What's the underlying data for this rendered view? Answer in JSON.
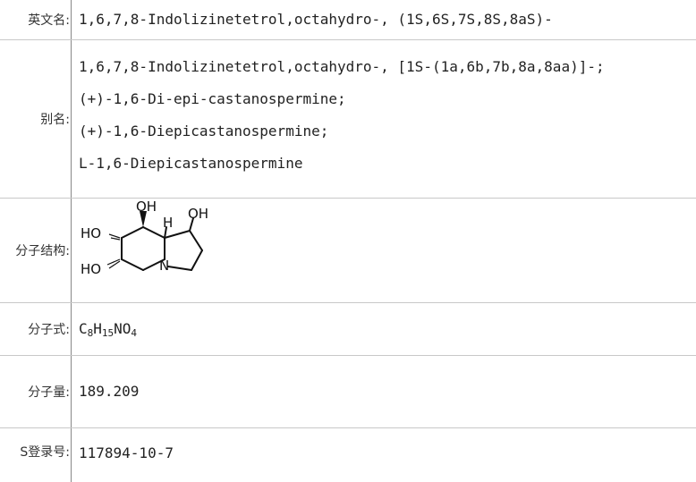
{
  "rows": {
    "english_name": {
      "label": "英文名:",
      "value": "1,6,7,8-Indolizinetetrol,octahydro-, (1S,6S,7S,8S,8aS)-"
    },
    "aliases": {
      "label": "别名:",
      "values": [
        "1,6,7,8-Indolizinetetrol,octahydro-, [1S-(1a,6b,7b,8a,8aa)]-;",
        "(+)-1,6-Di-epi-castanospermine;",
        "(+)-1,6-Diepicastanospermine;",
        "L-1,6-Diepicastanospermine"
      ]
    },
    "structure": {
      "label": "分子结构:",
      "atoms": {
        "oh_top": "OH",
        "h": "H",
        "oh_right": "OH",
        "ho_mid": "HO",
        "ho_bottom": "HO",
        "n": "N"
      }
    },
    "formula": {
      "label": "分子式:",
      "parts": [
        "C",
        "8",
        "H",
        "15",
        "NO",
        "4"
      ]
    },
    "weight": {
      "label": "分子量:",
      "value": "189.209"
    },
    "cas": {
      "label": "S登录号:",
      "value": "117894-10-7"
    }
  }
}
